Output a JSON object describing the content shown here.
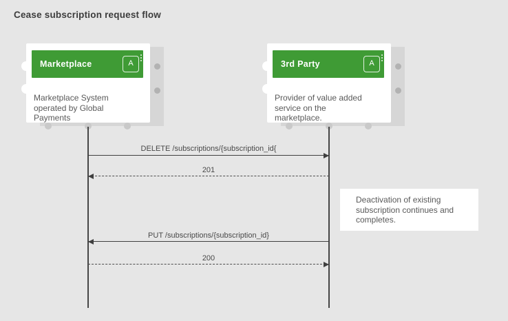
{
  "title": "Cease subscription request flow",
  "actors": [
    {
      "name": "Marketplace",
      "badge": "A",
      "description": "Marketplace System operated by Global Payments"
    },
    {
      "name": "3rd Party",
      "badge": "A",
      "description": "Provider of value added service on the marketplace."
    }
  ],
  "messages": [
    {
      "label": "DELETE /subscriptions/{subscription_id{",
      "line_style": "solid",
      "direction": "right"
    },
    {
      "label": "201",
      "line_style": "dashed",
      "direction": "left"
    },
    {
      "label": "PUT /subscriptions/{subscription_id}",
      "line_style": "solid",
      "direction": "left"
    },
    {
      "label": "200",
      "line_style": "dashed",
      "direction": "right"
    }
  ],
  "note": {
    "text": "Deactivation of existing subscription continues and completes."
  },
  "colors": {
    "accent_green": "#3f9b35",
    "background": "#e6e6e6",
    "line": "#3f3f3f",
    "panel_gray": "#d6d6d6"
  }
}
